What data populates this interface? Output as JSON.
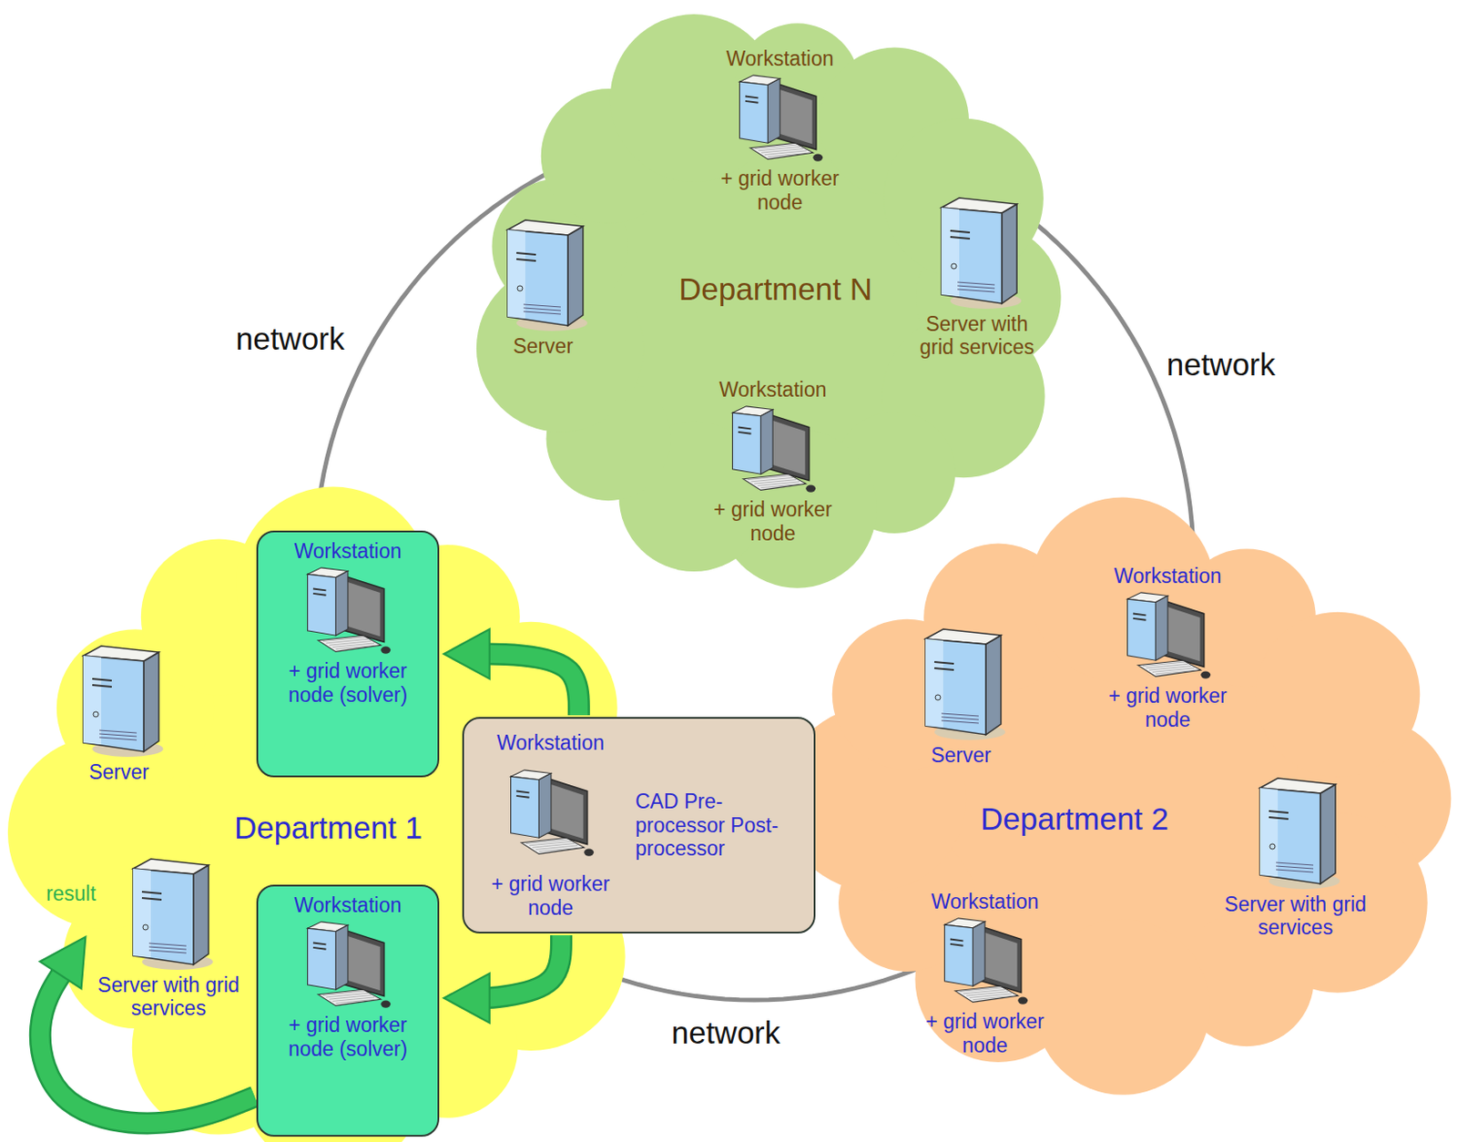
{
  "diagram": {
    "nodes": [
      {
        "text": [
          "Department N"
        ]
      },
      {
        "text": [
          "Workstation",
          "+ grid worker node"
        ],
        "in": 0
      },
      {
        "text": [
          "Server"
        ],
        "in": 0
      },
      {
        "text": [
          "Server with grid services"
        ],
        "in": 0
      },
      {
        "text": [
          "Workstation",
          "+ grid worker node"
        ],
        "in": 0
      },
      {
        "text": [
          "Department 1"
        ]
      },
      {
        "text": [
          "Workstation",
          "+ grid worker node (solver)"
        ],
        "in": 5
      },
      {
        "text": [
          "Server"
        ],
        "in": 5
      },
      {
        "text": [
          "Workstation",
          "CAD Pre-processor Post-processor",
          "+ grid worker node"
        ],
        "in": 5
      },
      {
        "text": [
          "Server with grid services"
        ],
        "in": 5
      },
      {
        "text": [
          "Workstation",
          "+ grid worker node (solver)"
        ],
        "in": 5
      },
      {
        "text": [
          "Department 2"
        ]
      },
      {
        "text": [
          "Workstation",
          "+ grid worker node"
        ],
        "in": 11
      },
      {
        "text": [
          "Server"
        ],
        "in": 11
      },
      {
        "text": [
          "Server with grid services"
        ],
        "in": 11
      },
      {
        "text": [
          "Workstation",
          "+ grid worker node"
        ],
        "in": 11
      }
    ],
    "edges": [
      {
        "from": 0,
        "to": 5,
        "arrow": "none",
        "label": "network"
      },
      {
        "from": 0,
        "to": 11,
        "arrow": "none",
        "label": "network"
      },
      {
        "from": 5,
        "to": 11,
        "arrow": "none",
        "label": "network"
      },
      {
        "from": 8,
        "to": 6,
        "arrow": "to"
      },
      {
        "from": 8,
        "to": 10,
        "arrow": "to"
      },
      {
        "from": 10,
        "to": 9,
        "arrow": "to",
        "label": "result"
      }
    ]
  }
}
